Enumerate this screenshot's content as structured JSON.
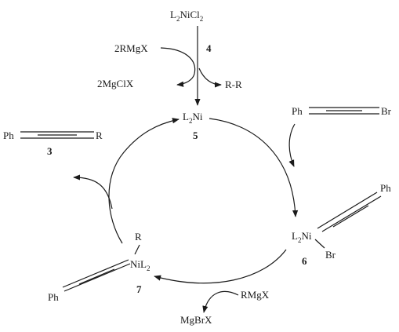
{
  "top": {
    "precatalyst": {
      "base": "L",
      "sub1": "2",
      "mid": "NiCl",
      "sub2": "2"
    },
    "compound_number": "4",
    "reagent_in": "2RMgX",
    "byproduct_salt": "2MgClX",
    "coupling_product": "R-R"
  },
  "cycle": {
    "catalyst": {
      "base": "L",
      "sub": "2",
      "tail": "Ni"
    },
    "catalyst_number": "5",
    "alkynyl_bromide": {
      "left": "Ph",
      "right": "Br"
    },
    "oxidative_adduct": {
      "base": "L",
      "sub": "2",
      "tail": "Ni",
      "ph": "Ph",
      "br": "Br"
    },
    "adduct_number": "6",
    "transmetalation_reagent": "RMgX",
    "transmetalation_byproduct": "MgBrX",
    "intermediate": {
      "r": "R",
      "base": "NiL",
      "sub": "2",
      "ph": "Ph"
    },
    "intermediate_number": "7",
    "product": {
      "left": "Ph",
      "right": "R"
    },
    "product_number": "3"
  }
}
